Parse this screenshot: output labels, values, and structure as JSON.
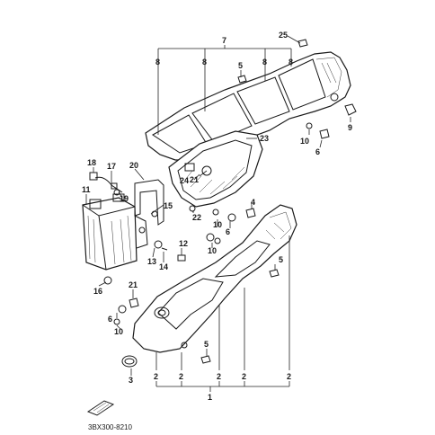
{
  "callouts": [
    "1",
    "2",
    "2",
    "2",
    "2",
    "2",
    "3",
    "4",
    "5",
    "5",
    "5",
    "6",
    "6",
    "6",
    "7",
    "8",
    "8",
    "8",
    "8",
    "9",
    "10",
    "10",
    "10",
    "10",
    "11",
    "12",
    "13",
    "14",
    "15",
    "16",
    "17",
    "18",
    "19",
    "20",
    "21",
    "21",
    "22",
    "23",
    "24",
    "25"
  ],
  "diagram_code": "3BX300-8210"
}
